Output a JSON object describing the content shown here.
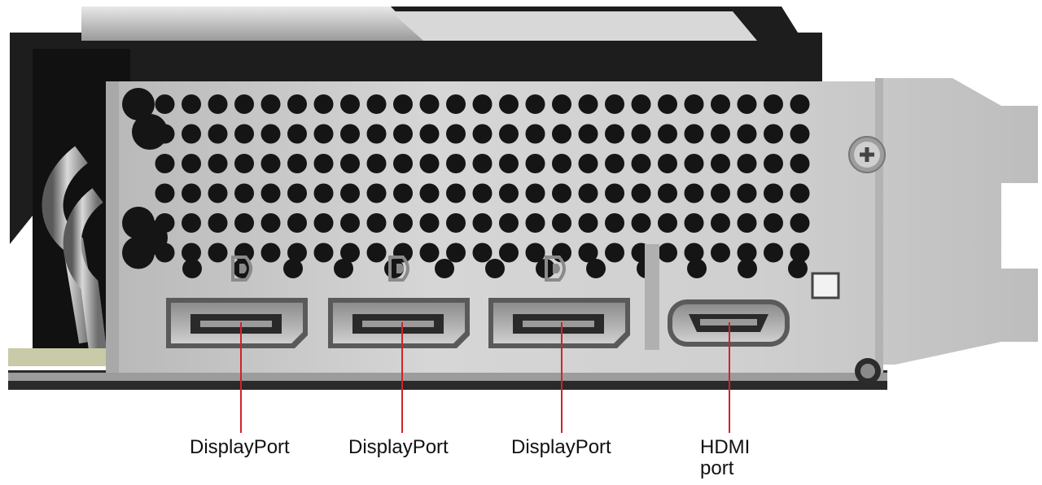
{
  "callouts": [
    {
      "id": "dp1",
      "label": "DisplayPort",
      "port_type": "displayport"
    },
    {
      "id": "dp2",
      "label": "DisplayPort",
      "port_type": "displayport"
    },
    {
      "id": "dp3",
      "label": "DisplayPort",
      "port_type": "displayport"
    },
    {
      "id": "hdmi",
      "label": "HDMI\nport",
      "port_type": "hdmi"
    }
  ],
  "colors": {
    "bracket": "#c9c9c9",
    "bracket_dark": "#a9a9a9",
    "holes": "#151515",
    "shroud": "#1d1d1d",
    "leader_line": "#d3222a",
    "label_text": "#111111"
  },
  "icons": [
    "displayport-logo-icon",
    "screw-icon",
    "heatpipe-icon"
  ]
}
